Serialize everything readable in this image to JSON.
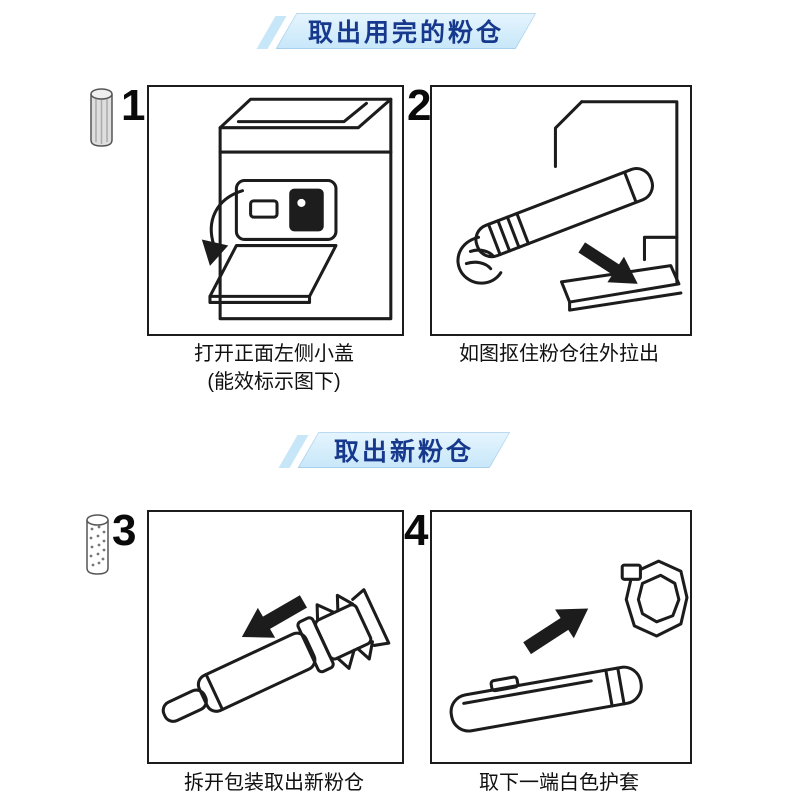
{
  "colors": {
    "banner_bg": "#c7e7f9",
    "banner_bg_light": "#e6f5fe",
    "banner_text": "#17398d",
    "ink": "#1c1c1c"
  },
  "sections": [
    {
      "banner_label": "取出用完的粉仓",
      "steps": [
        {
          "number": "1",
          "caption": [
            "打开正面左侧小盖",
            "(能效标示图下)"
          ]
        },
        {
          "number": "2",
          "caption": [
            "如图抠住粉仓往外拉出"
          ]
        }
      ]
    },
    {
      "banner_label": "取出新粉仓",
      "steps": [
        {
          "number": "3",
          "caption": [
            "拆开包装取出新粉仓"
          ]
        },
        {
          "number": "4",
          "caption": [
            "取下一端白色护套"
          ]
        }
      ]
    }
  ],
  "icons": [
    "used-toner-bottle-icon",
    "new-toner-bottle-icon"
  ]
}
